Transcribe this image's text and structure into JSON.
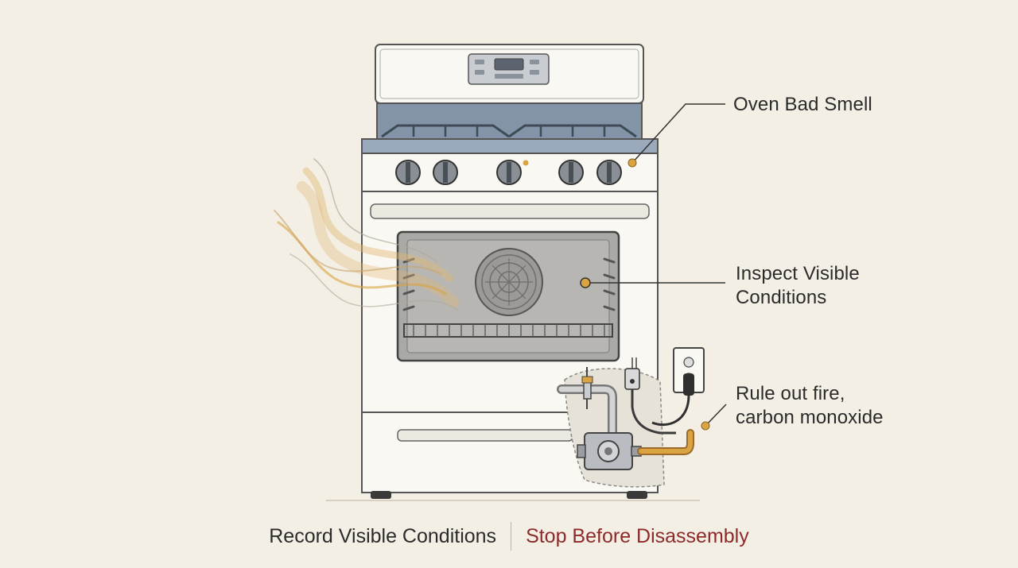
{
  "callouts": {
    "smell": "Oven Bad Smell",
    "inspect_line1": "Inspect Visible",
    "inspect_line2": "Conditions",
    "rule_line1": "Rule out fire,",
    "rule_line2": "carbon monoxide"
  },
  "footer": {
    "left": "Record Visible Conditions",
    "right": "Stop Before Disassembly"
  },
  "colors": {
    "background": "#f3efe5",
    "accent_dot": "#d9a441",
    "warning_text": "#8e2a2a",
    "smoke": "#e2b874",
    "gas_pipe": "#c98a3a"
  }
}
